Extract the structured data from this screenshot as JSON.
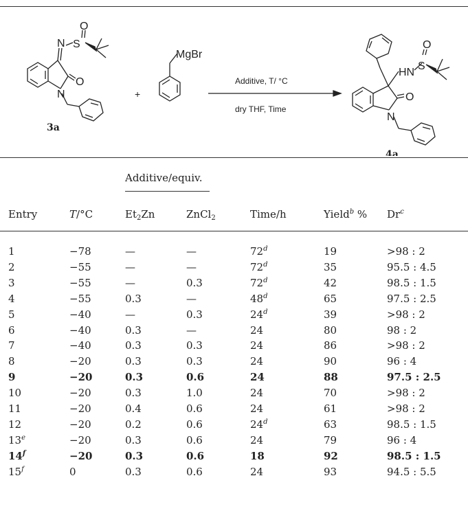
{
  "scheme": {
    "reactant_label": "3a",
    "product_label": "4a",
    "plus": "+",
    "reagent_group": "MgBr",
    "arrow_top": "Additive, T/ °C",
    "arrow_bottom": "dry THF,  Time",
    "atoms": {
      "N": "N",
      "S": "S",
      "O": "O",
      "HN": "HN"
    }
  },
  "table": {
    "group_header": "Additive/equiv.",
    "headers": {
      "entry": "Entry",
      "temp": "T",
      "temp_unit": "/°C",
      "et2zn_main": "Et",
      "et2zn_sub": "2",
      "et2zn_tail": "Zn",
      "zncl2_main": "ZnCl",
      "zncl2_sub": "2",
      "time": "Time/h",
      "yield_main": "Yield",
      "yield_sup": "b",
      "yield_tail": " %",
      "dr_main": "Dr",
      "dr_sup": "c"
    },
    "rows": [
      {
        "entry": "1",
        "entry_sup": "",
        "t": "−78",
        "et": "—",
        "zn": "—",
        "time": "72",
        "time_sup": "d",
        "yield": "19",
        "dr": ">98 : 2",
        "bold": false
      },
      {
        "entry": "2",
        "entry_sup": "",
        "t": "−55",
        "et": "—",
        "zn": "—",
        "time": "72",
        "time_sup": "d",
        "yield": "35",
        "dr": "95.5 : 4.5",
        "bold": false
      },
      {
        "entry": "3",
        "entry_sup": "",
        "t": "−55",
        "et": "—",
        "zn": "0.3",
        "time": "72",
        "time_sup": "d",
        "yield": "42",
        "dr": "98.5 : 1.5",
        "bold": false
      },
      {
        "entry": "4",
        "entry_sup": "",
        "t": "−55",
        "et": "0.3",
        "zn": "—",
        "time": "48",
        "time_sup": "d",
        "yield": "65",
        "dr": "97.5 : 2.5",
        "bold": false
      },
      {
        "entry": "5",
        "entry_sup": "",
        "t": "−40",
        "et": "—",
        "zn": "0.3",
        "time": "24",
        "time_sup": "d",
        "yield": "39",
        "dr": ">98 : 2",
        "bold": false
      },
      {
        "entry": "6",
        "entry_sup": "",
        "t": "−40",
        "et": "0.3",
        "zn": "—",
        "time": "24",
        "time_sup": "",
        "yield": "80",
        "dr": "98 : 2",
        "bold": false
      },
      {
        "entry": "7",
        "entry_sup": "",
        "t": "−40",
        "et": "0.3",
        "zn": "0.3",
        "time": "24",
        "time_sup": "",
        "yield": "86",
        "dr": ">98 : 2",
        "bold": false
      },
      {
        "entry": "8",
        "entry_sup": "",
        "t": "−20",
        "et": "0.3",
        "zn": "0.3",
        "time": "24",
        "time_sup": "",
        "yield": "90",
        "dr": "96 : 4",
        "bold": false
      },
      {
        "entry": "9",
        "entry_sup": "",
        "t": "−20",
        "et": "0.3",
        "zn": "0.6",
        "time": "24",
        "time_sup": "",
        "yield": "88",
        "dr": "97.5 : 2.5",
        "bold": true
      },
      {
        "entry": "10",
        "entry_sup": "",
        "t": "−20",
        "et": "0.3",
        "zn": "1.0",
        "time": "24",
        "time_sup": "",
        "yield": "70",
        "dr": ">98 : 2",
        "bold": false
      },
      {
        "entry": "11",
        "entry_sup": "",
        "t": "−20",
        "et": "0.4",
        "zn": "0.6",
        "time": "24",
        "time_sup": "",
        "yield": "61",
        "dr": ">98 : 2",
        "bold": false
      },
      {
        "entry": "12",
        "entry_sup": "",
        "t": "−20",
        "et": "0.2",
        "zn": "0.6",
        "time": "24",
        "time_sup": "d",
        "yield": "63",
        "dr": "98.5 : 1.5",
        "bold": false
      },
      {
        "entry": "13",
        "entry_sup": "e",
        "t": "−20",
        "et": "0.3",
        "zn": "0.6",
        "time": "24",
        "time_sup": "",
        "yield": "79",
        "dr": "96 : 4",
        "bold": false
      },
      {
        "entry": "14",
        "entry_sup": "f",
        "t": "−20",
        "et": "0.3",
        "zn": "0.6",
        "time": "18",
        "time_sup": "",
        "yield": "92",
        "dr": "98.5 : 1.5",
        "bold": true
      },
      {
        "entry": "15",
        "entry_sup": "f",
        "t": "0",
        "et": "0.3",
        "zn": "0.6",
        "time": "24",
        "time_sup": "",
        "yield": "93",
        "dr": "94.5 : 5.5",
        "bold": false
      }
    ]
  }
}
